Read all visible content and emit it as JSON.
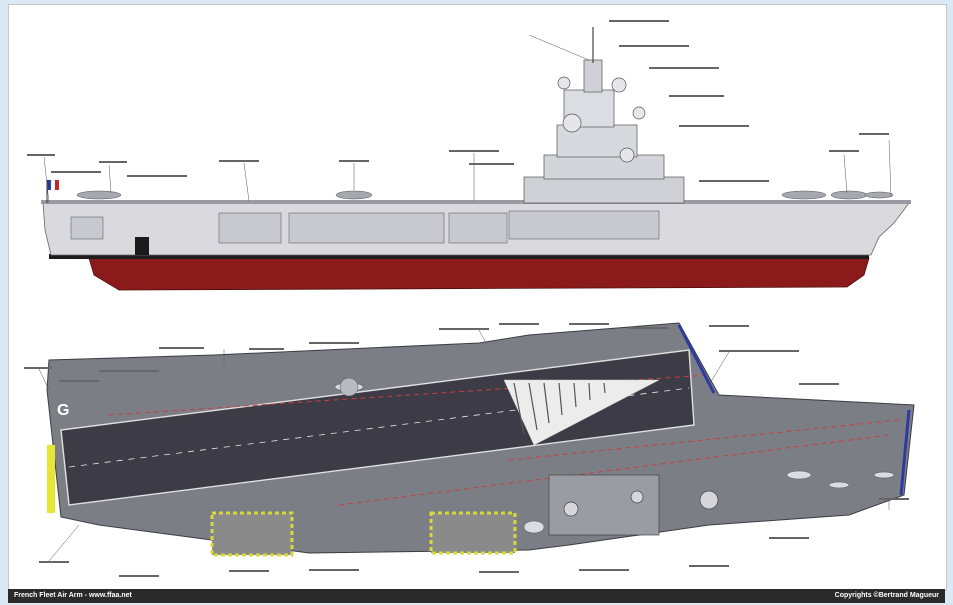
{
  "footer": {
    "left_text": "French Fleet Air Arm - www.ffaa.net",
    "right_text": "Copyrights ©Bertrand Magueur"
  },
  "deck": {
    "marking": "G"
  },
  "colors": {
    "hull_red": "#8b1a1a",
    "hull_grey": "#d9d9de",
    "deck_grey": "#7c7e86",
    "runway_dark": "#3d3b45",
    "background": "#dbe9f4"
  }
}
